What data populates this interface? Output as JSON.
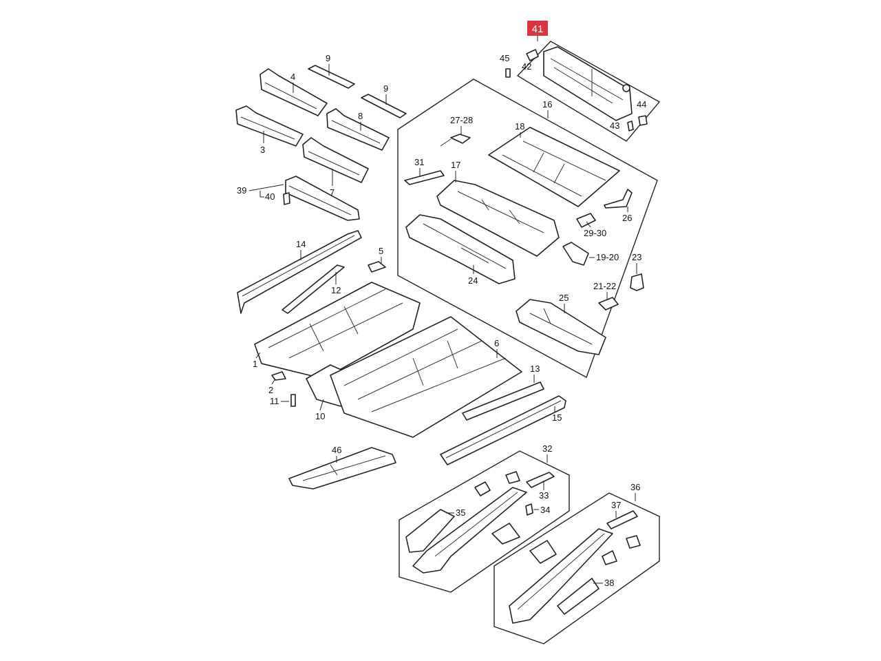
{
  "callouts": {
    "c41": "41",
    "c45": "45",
    "c42": "42",
    "c44": "44",
    "c43": "43",
    "c9a": "9",
    "c9b": "9",
    "c4": "4",
    "c8": "8",
    "c3": "3",
    "c7": "7",
    "c39": "39",
    "c40": "40",
    "c16": "16",
    "c27_28": "27-28",
    "c18": "18",
    "c31": "31",
    "c17": "17",
    "c26": "26",
    "c29_30": "29-30",
    "c19_20": "19-20",
    "c23": "23",
    "c24": "24",
    "c21_22": "21-22",
    "c25": "25",
    "c14": "14",
    "c5": "5",
    "c12": "12",
    "c1": "1",
    "c2": "2",
    "c11": "11",
    "c10": "10",
    "c6": "6",
    "c13": "13",
    "c15": "15",
    "c46": "46",
    "c32": "32",
    "c33": "33",
    "c34": "34",
    "c35": "35",
    "c36": "36",
    "c37": "37",
    "c38": "38"
  },
  "highlight": {
    "color": "#d9363e",
    "part": "c41"
  }
}
